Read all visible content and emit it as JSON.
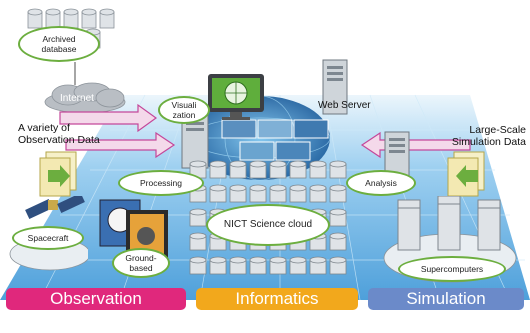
{
  "nodes": {
    "archived_db": "Archived database",
    "internet": "Internet",
    "visualization": "Visuali zation",
    "web_server": "Web Server",
    "observation_data": "A variety of Observation Data",
    "simulation_data": "Large-Scale Simulation Data",
    "processing": "Processing",
    "analysis": "Analysis",
    "science_cloud": "NICT Science cloud",
    "spacecraft": "Spacecraft",
    "ground_based": "Ground-based",
    "supercomputers": "Supercomputers"
  },
  "bands": [
    {
      "label": "Observation",
      "color": "#e0287c"
    },
    {
      "label": "Informatics",
      "color": "#f2a81c"
    },
    {
      "label": "Simulation",
      "color": "#6b8ac9"
    }
  ],
  "colors": {
    "floor": "#4fa6e0",
    "oval_border": "#6cae3f",
    "arrow_fill": "#f4d9ea",
    "arrow_stroke": "#c4479a",
    "cylinder": "#dfe3e7"
  }
}
